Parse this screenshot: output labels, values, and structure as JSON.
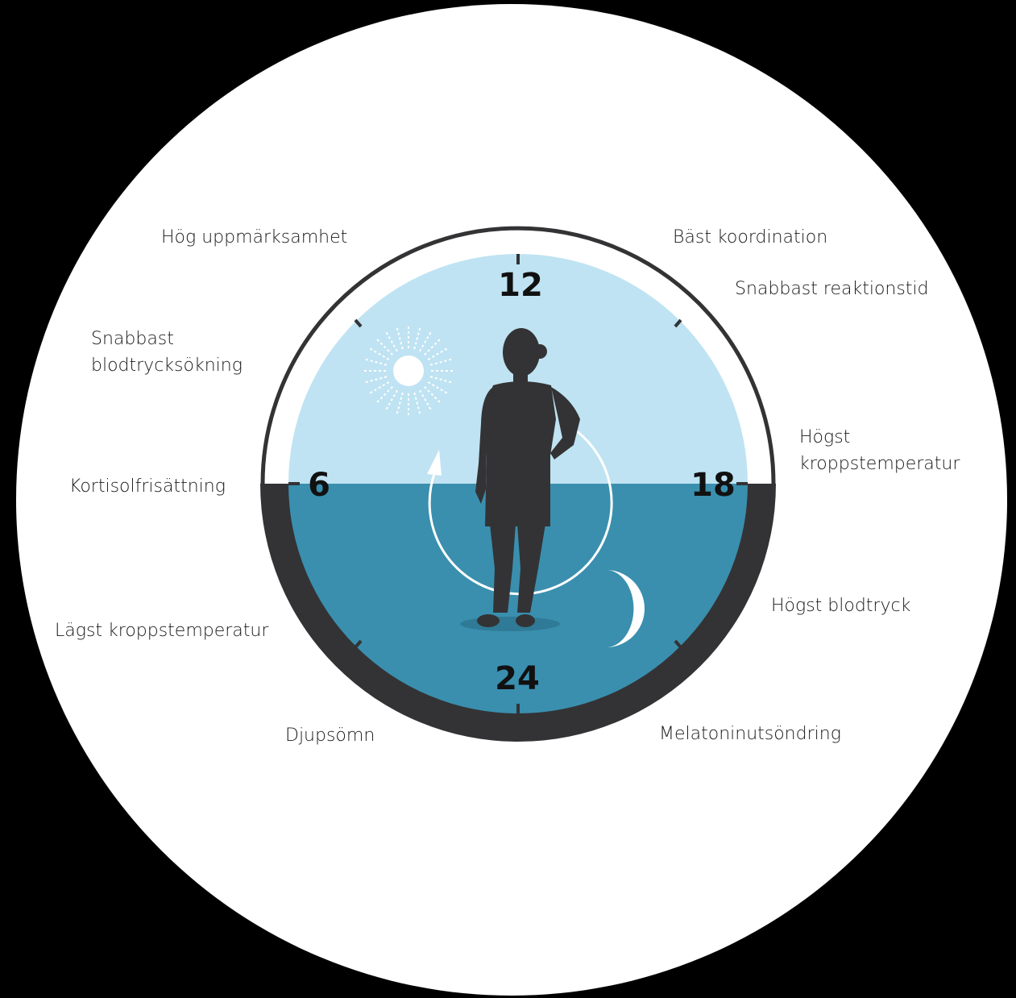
{
  "hours": {
    "top": "12",
    "left": "6",
    "right": "18",
    "bottom": "24"
  },
  "labels": {
    "hog_uppmarksamhet": "Hög uppmärksamhet",
    "bast_koordination": "Bäst koordination",
    "snabbast_reaktionstid": "Snabbast reaktionstid",
    "snabbast_blodtryck_1": "Snabbast",
    "snabbast_blodtryck_2": "blodtrycksökning",
    "hogst_temp_1": "Högst",
    "hogst_temp_2": "kroppstemperatur",
    "kortisol": "Kortisolfrisättning",
    "lagst_temp": "Lägst kroppstemperatur",
    "hogst_blodtryck": "Högst blodtryck",
    "djupsomn": "Djupsömn",
    "melatonin": "Melatoninutsöndring"
  },
  "colors": {
    "background": "#000000",
    "disc": "#ffffff",
    "day": "#bfe3f2",
    "night": "#3a8fae",
    "dark_ring": "#333335",
    "figure": "#333335"
  },
  "icons": {
    "sun": "sun-icon",
    "moon": "moon-icon",
    "cycle": "cycle-arrow-icon",
    "person": "person-silhouette"
  }
}
